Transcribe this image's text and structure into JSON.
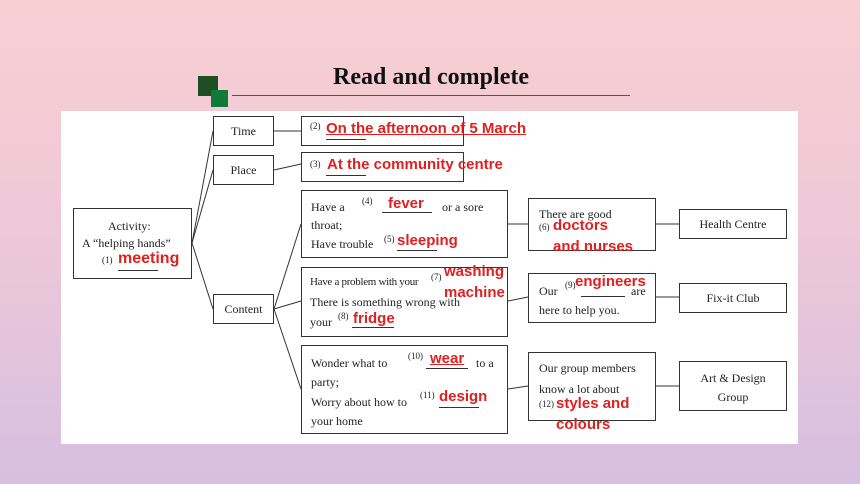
{
  "title": "Read and complete",
  "activity": {
    "label": "Activity:",
    "name": "A “helping hands”",
    "num": "(1)",
    "answer": "meeting"
  },
  "categories": {
    "time": "Time",
    "place": "Place",
    "content": "Content"
  },
  "time": {
    "num": "(2)",
    "answer": "On the afternoon of 5 March"
  },
  "place": {
    "num": "(3)",
    "answer": "At the community centre"
  },
  "content1": {
    "line1a": "Have a",
    "num4": "(4)",
    "answer4": "fever",
    "line1b": "or a sore",
    "line2": "throat;",
    "line3": "Have trouble",
    "num5": "(5)",
    "answer5": "sleeping"
  },
  "content2": {
    "line1": "Have a problem with your",
    "num7": "(7)",
    "answer7a": "washing",
    "answer7b": "machine",
    "line2": "There is something wrong with",
    "line3": "your",
    "num8": "(8)",
    "answer8": "fridge"
  },
  "content3": {
    "line1a": "Wonder what to",
    "num10": "(10)",
    "answer10": "wear",
    "line1b": "to a",
    "line2": "party;",
    "line3": "Worry about how to",
    "num11": "(11)",
    "answer11": "design",
    "line4": "your home"
  },
  "help1": {
    "line1": "There are good",
    "num6": "(6)",
    "answer6a": "doctors",
    "answer6b": "and nurses"
  },
  "help2": {
    "line1a": "Our",
    "num9": "(9)",
    "answer9": "engineers",
    "line1b": "are",
    "line2": "here to help you."
  },
  "help3": {
    "line1": "Our group members",
    "line2": "know a lot about",
    "num12": "(12)",
    "answer12a": "styles and",
    "answer12b": "colours"
  },
  "places": {
    "p1": "Health Centre",
    "p2": "Fix-it Club",
    "p3a": "Art & Design",
    "p3b": "Group"
  }
}
